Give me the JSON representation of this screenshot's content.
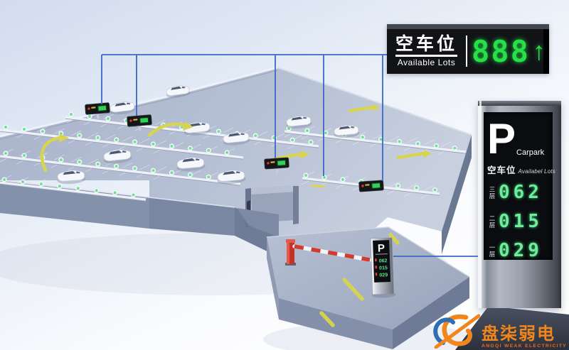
{
  "top_sign": {
    "label_cn": "空车位",
    "label_en": "Available Lots",
    "value": "888",
    "arrow": "↑"
  },
  "pillar_sign": {
    "p": "P",
    "brand": "Carpark",
    "label_cn": "空车位",
    "label_en": "Availabel Lots",
    "floors": [
      {
        "name": "三层",
        "value": "062"
      },
      {
        "name": "二层",
        "value": "015"
      },
      {
        "name": "一层",
        "value": "029"
      }
    ]
  },
  "entrance_sign": {
    "p": "P",
    "values": [
      "062",
      "015",
      "029"
    ]
  },
  "logo": {
    "name_cn": "盘柒弱电",
    "name_en": "ANGQI WEAK ELECTRICITY"
  },
  "colors": {
    "led_green": "#25e047",
    "segment_green": "#6feb9c",
    "cable_blue": "#3a68c8",
    "lane_yellow": "#d7d54f",
    "barrier_red": "#d23b2f",
    "logo_orange": "#f0861c",
    "logo_blue": "#2f6db5"
  }
}
